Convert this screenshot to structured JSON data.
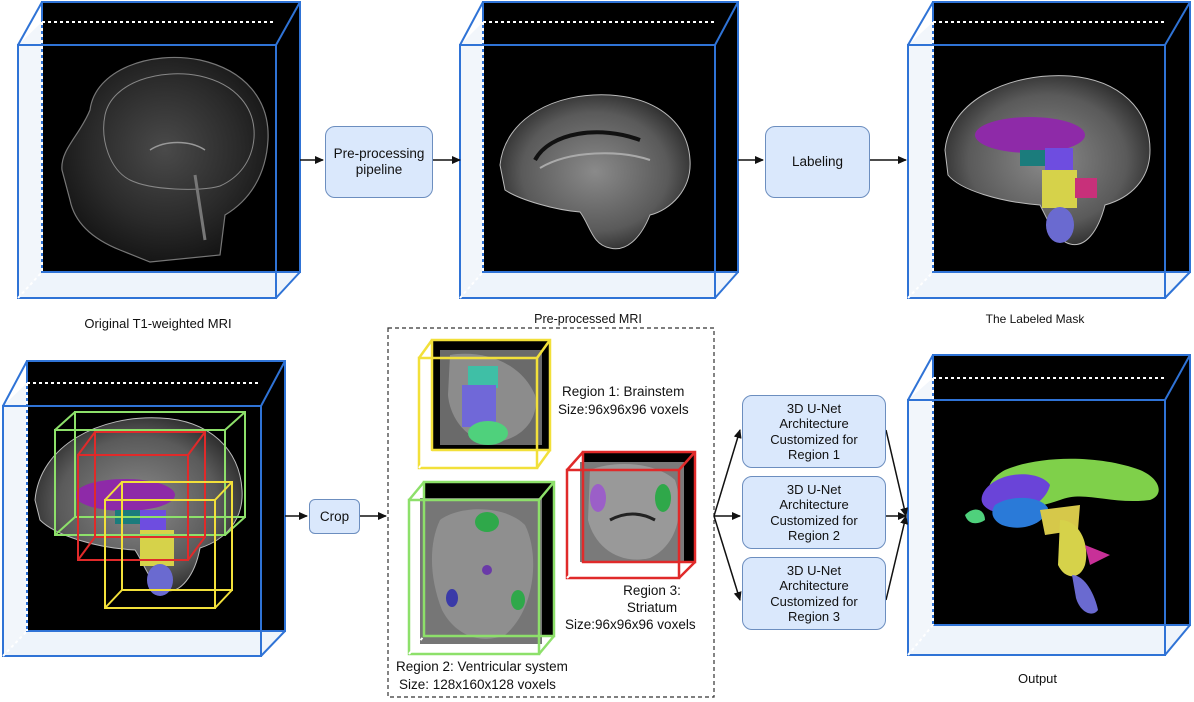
{
  "stage_labels": {
    "original": "Original T1-weighted MRI",
    "preprocessed": "Pre-processed MRI",
    "labeled": "The Labeled Mask",
    "output": "Output"
  },
  "process_boxes": {
    "preprocessing": "Pre-processing pipeline",
    "labeling": "Labeling",
    "crop": "Crop"
  },
  "regions": [
    {
      "title": "Region 1: Brainstem",
      "size": "Size:96x96x96 voxels",
      "color": "#f2e03a"
    },
    {
      "title": "Region 2: Ventricular system",
      "size": "Size: 128x160x128 voxels",
      "color": "#8de06a"
    },
    {
      "title_line1": "Region 3:",
      "title_line2": "Striatum",
      "size": "Size:96x96x96 voxels",
      "color": "#e02a2a"
    }
  ],
  "unet_boxes": [
    {
      "line1": "3D U-Net",
      "line2": "Architecture",
      "line3": "Customized for",
      "line4": "Region 1"
    },
    {
      "line1": "3D U-Net",
      "line2": "Architecture",
      "line3": "Customized for",
      "line4": "Region 2"
    },
    {
      "line1": "3D U-Net",
      "line2": "Architecture",
      "line3": "Customized for",
      "line4": "Region 3"
    }
  ],
  "colors": {
    "cube_edge": "#2f73d6",
    "box_fill": "#dae8fc",
    "box_border": "#6c8ebf",
    "mri_background": "#000000"
  }
}
